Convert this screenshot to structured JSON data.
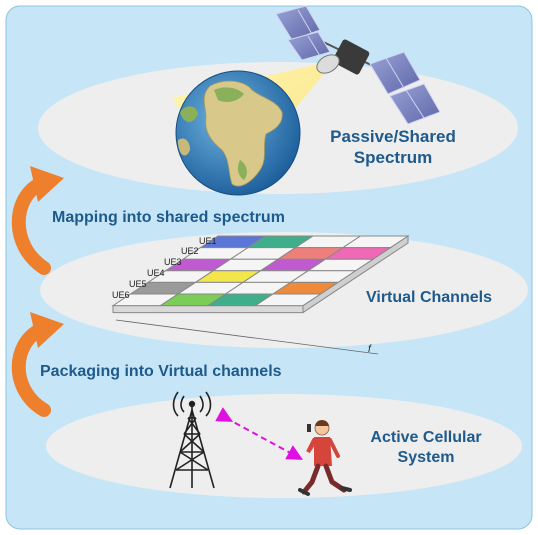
{
  "layers": {
    "passive_label_line1": "Passive/Shared",
    "passive_label_line2": "Spectrum",
    "virtual_label": "Virtual Channels",
    "active_label_line1": "Active Cellular",
    "active_label_line2": "System"
  },
  "arrows": {
    "mapping_label": "Mapping into shared spectrum",
    "packaging_label": "Packaging into Virtual channels"
  },
  "grid": {
    "ue_labels": [
      "UE1",
      "UE2",
      "UE3",
      "UE4",
      "UE5",
      "UE6"
    ],
    "axis_label": "f"
  },
  "colors": {
    "panel": "#c6e6f8",
    "ellipse": "#eeeeee",
    "text_blue": "#1e5a8c",
    "curved_arrow": "#ee7f2d",
    "link_arrow": "#e010e0"
  },
  "icons": [
    "satellite-icon",
    "globe-icon",
    "cell-tower-icon",
    "walking-person-icon"
  ]
}
